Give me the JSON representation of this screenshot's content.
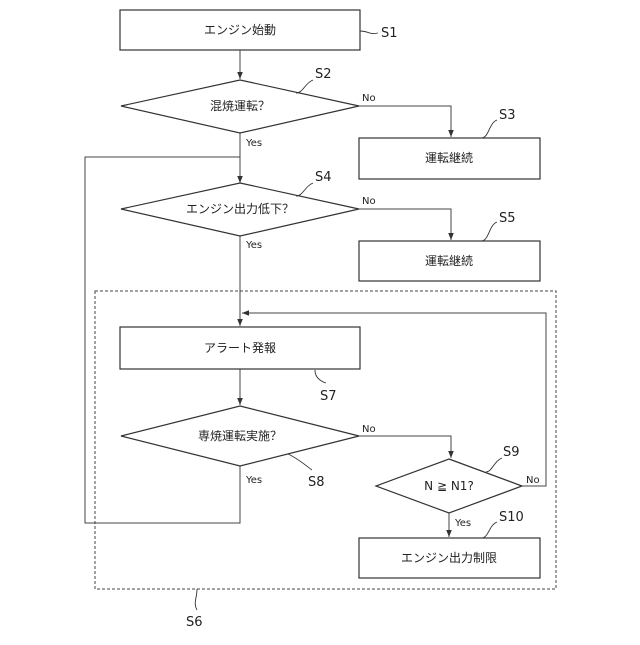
{
  "nodes": {
    "s1": "エンジン始動",
    "s2": "混焼運転？",
    "s3": "運転継続",
    "s4": "エンジン出力低下？",
    "s5": "運転継続",
    "s7": "アラート発報",
    "s8": "専焼運転実施？",
    "s9": "N ≧ N1?",
    "s10": "エンジン出力制限"
  },
  "steps": {
    "s1": "S1",
    "s2": "S2",
    "s3": "S3",
    "s4": "S4",
    "s5": "S5",
    "s6": "S6",
    "s7": "S7",
    "s8": "S8",
    "s9": "S9",
    "s10": "S10"
  },
  "edges": {
    "s2_no": "No",
    "s2_yes": "Yes",
    "s4_no": "No",
    "s4_yes": "Yes",
    "s8_no": "No",
    "s8_yes": "Yes",
    "s9_no": "No",
    "s9_yes": "Yes"
  }
}
